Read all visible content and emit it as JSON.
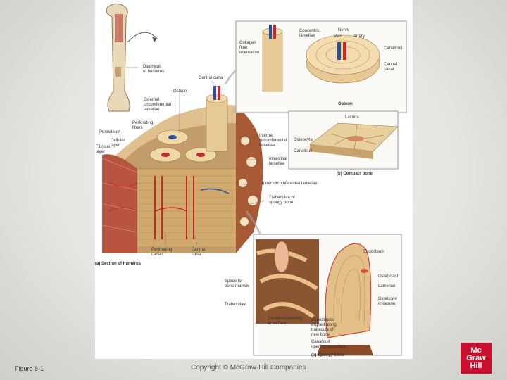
{
  "labels": {
    "diaphysis": "Diaphysis\nof humerus",
    "central_canal_top": "Central canal",
    "osteon": "Osteon",
    "external_circ": "External\ncircumferential\nlamellae",
    "perforating_fibers": "Perforating\nfibers",
    "periosteum": "Periosteum",
    "cellular_layer": "Cellular\nlayer",
    "fibrous_layer": "Fibrous\nlayer",
    "internal_circ": "Internal\ncircumferential\nlamellae",
    "interstitial": "Interstitial\nlamellae",
    "inner_circ": "Inner circumferential lamellae",
    "trabeculae_spongy": "Trabeculae of\nspongy bone",
    "perforating_canals": "Perforating\ncanals",
    "central_canal_bottom": "Central\ncanal",
    "section_caption": "(a) Section of humerus",
    "collagen": "Collagen\nfiber\norientation",
    "concentric": "Concentric\nlamellae",
    "nerve": "Nerve",
    "vein": "Vein",
    "artery": "Artery",
    "canaliculi_a": "Canaliculi",
    "central_canal_inset": "Central\ncanal",
    "osteon_caption": "Osteon",
    "lacuna": "Lacuna",
    "osteocyte": "Osteocyte",
    "canaliculi_b": "Canaliculi",
    "compact_caption": "(b) Compact bone",
    "space_marrow": "Space for\nbone marrow",
    "trabeculae": "Trabeculae",
    "canaliculi_opening": "Canaliculi opening\nat surface",
    "endosteum": "Endosteum",
    "osteoclast": "Osteoclast",
    "lamellae": "Lamellae",
    "osteocyte_lacuna": "Osteocyte\nin lacuna",
    "osteoblasts": "Osteoblasts\naligned along\ntrabecula of\nnew bone",
    "canaliculi_surface": "Canaliculi\nopening at surface",
    "spongy_caption": "(c) Spongy bone"
  },
  "footer": {
    "figure_label": "Figure 8-1",
    "copyright": "Copyright © McGraw-Hill Companies"
  },
  "logo": {
    "line1": "Mc",
    "line2": "Graw",
    "line3": "Hill"
  },
  "colors": {
    "bone": "#d8b884",
    "artery": "#c8282a",
    "vein": "#2a4fa0",
    "logo_red": "#c8102e"
  }
}
